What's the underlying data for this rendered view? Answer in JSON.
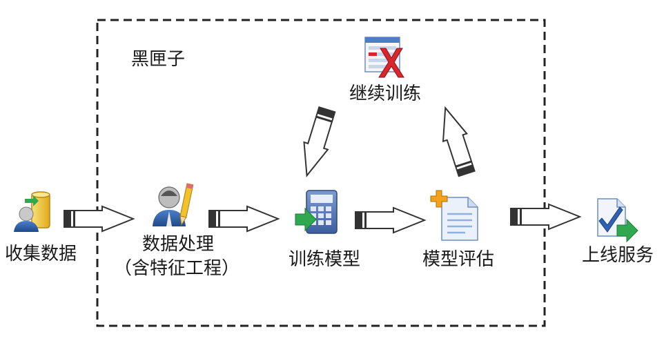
{
  "box_title": "黑匣子",
  "nodes": {
    "collect": "收集数据",
    "process": "数据处理",
    "process_sub": "（含特征工程）",
    "train": "训练模型",
    "evaluate": "模型评估",
    "retrain": "继续训练",
    "deploy": "上线服务"
  },
  "icons": {
    "collect": "user-database-icon",
    "process": "user-pencil-icon",
    "train": "calculator-arrow-icon",
    "evaluate": "document-plus-icon",
    "retrain": "form-delete-icon",
    "deploy": "document-check-arrow-icon"
  },
  "colors": {
    "border": "#222222",
    "arrow_fill": "#ffffff",
    "arrow_stroke": "#333333",
    "green": "#2fa84f",
    "blue": "#3a6fb5",
    "red": "#d7262c",
    "gold": "#f2c12e"
  }
}
